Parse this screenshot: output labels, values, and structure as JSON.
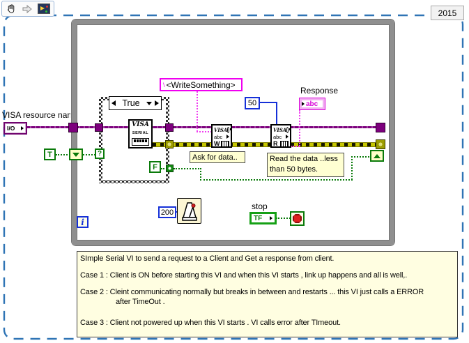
{
  "meta": {
    "year_badge": "2015"
  },
  "colors": {
    "visa_purple": "#7d007d",
    "string_pink": "#f000f0",
    "bool_green": "#0a7a0a",
    "int_blue": "#1530d8",
    "error_olive": "#9c9c00",
    "loop_gray": "#8f8f8f",
    "snippet_blue": "#2f74b5",
    "comment_bg": "#fffee1"
  },
  "diagram": {
    "visa_resource_label": "VISA resource nam",
    "visa_resource_terminal": "I/O",
    "true_constant": "T",
    "false_constant": "F",
    "case_selector": "True",
    "selector_terminal": "?",
    "iteration_terminal": "i",
    "write_string": "<WriteSomething>",
    "string_display_marker": "\\",
    "byte_count": "50",
    "wait_ms": "200",
    "response_label": "Response",
    "response_terminal": "abc",
    "stop_label": "stop",
    "stop_terminal": "TF",
    "visa_serial_icon": {
      "line1": "VISA",
      "line2": "SERIAL"
    },
    "visa_write_icon": {
      "line1": "VISA",
      "line2": "abc",
      "letter": "W"
    },
    "visa_read_icon": {
      "line1": "VISA",
      "line2": "abc",
      "letter": "R"
    }
  },
  "labels": {
    "ask": "Ask for data..",
    "read_line1": "Read the data ..less",
    "read_line2": "than 50 bytes."
  },
  "comment": {
    "line1": "SImple Serial VI to send a request to a Client and Get a response from client.",
    "line2": "Case 1 : Client is ON before starting this VI and when this VI starts , link up happens and all is well,.",
    "line3": "Case 2 : Cleint communicating normally but breaks in between and restarts ... this VI just calls a ERROR",
    "line3b": "after TimeOut .",
    "line4": "Case 3 : Client not powered up when this VI starts .  VI calls error after TImeout."
  }
}
